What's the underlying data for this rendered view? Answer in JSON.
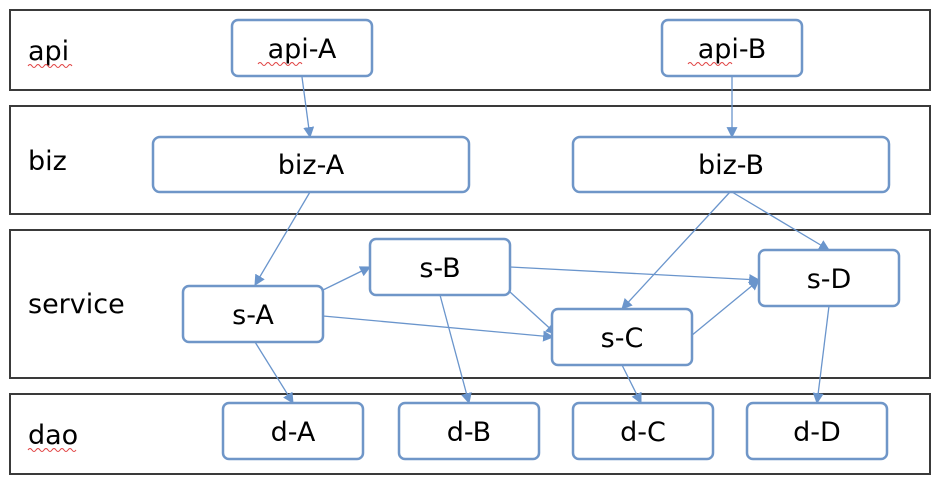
{
  "layers": {
    "api": "api",
    "biz": "biz",
    "service": "service",
    "dao": "dao"
  },
  "nodes": {
    "api_a": "api-A",
    "api_b": "api-B",
    "biz_a": "biz-A",
    "biz_b": "biz-B",
    "s_a": "s-A",
    "s_b": "s-B",
    "s_c": "s-C",
    "s_d": "s-D",
    "d_a": "d-A",
    "d_b": "d-B",
    "d_c": "d-C",
    "d_d": "d-D"
  },
  "colors": {
    "node_border": "#6f96c8",
    "arrow": "#6a95cc",
    "layer_border": "#3a3a3a"
  }
}
